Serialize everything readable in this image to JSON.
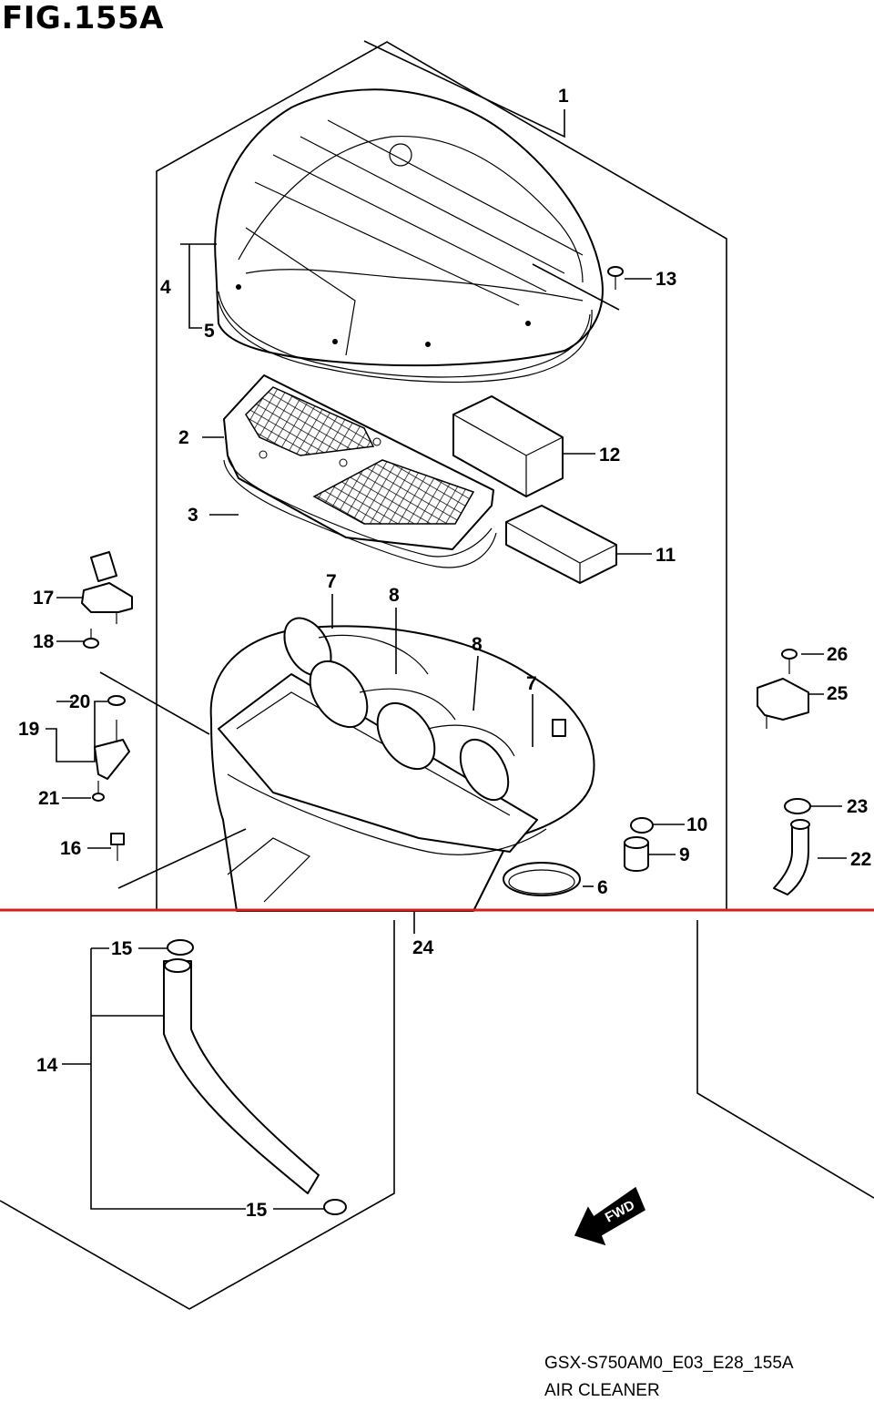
{
  "figure": {
    "title": "FIG.155A",
    "code": "GSX-S750AM0_E03_E28_155A",
    "name": "AIR CLEANER",
    "direction_label": "FWD"
  },
  "callouts": [
    "1",
    "2",
    "3",
    "4",
    "5",
    "6",
    "7",
    "7",
    "8",
    "8",
    "9",
    "10",
    "11",
    "12",
    "13",
    "14",
    "15",
    "15",
    "16",
    "17",
    "18",
    "19",
    "20",
    "21",
    "22",
    "23",
    "24",
    "25",
    "26"
  ],
  "colors": {
    "line": "#000000",
    "background": "#ffffff",
    "seam": "#d02020"
  }
}
